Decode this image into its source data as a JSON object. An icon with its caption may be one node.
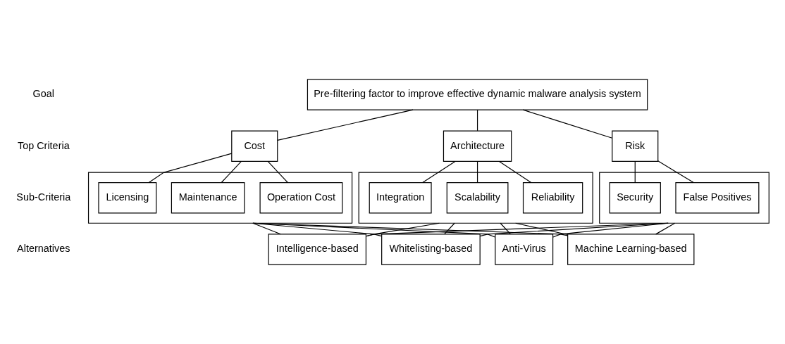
{
  "diagram": {
    "nodes": [
      {
        "text": [
          "Pre-filtering factor to improve effective dynamic malware analysis system"
        ]
      },
      {
        "text": [
          "Cost"
        ]
      },
      {
        "text": [
          "Architecture"
        ]
      },
      {
        "text": [
          "Risk"
        ]
      },
      {
        "text": [],
        "shape": "box"
      },
      {
        "text": [
          "Licensing"
        ],
        "in": 4
      },
      {
        "text": [
          "Maintenance"
        ],
        "in": 4
      },
      {
        "text": [
          "Operation Cost"
        ],
        "in": 4
      },
      {
        "text": [],
        "shape": "box"
      },
      {
        "text": [
          "Integration"
        ],
        "in": 8
      },
      {
        "text": [
          "Scalability"
        ],
        "in": 8
      },
      {
        "text": [
          "Reliability"
        ],
        "in": 8
      },
      {
        "text": [],
        "shape": "box"
      },
      {
        "text": [
          "Security"
        ],
        "in": 12
      },
      {
        "text": [
          "False Positives"
        ],
        "in": 12
      },
      {
        "text": [
          "Intelligence-based"
        ]
      },
      {
        "text": [
          "Whitelisting-based"
        ]
      },
      {
        "text": [
          "Anti-Virus"
        ]
      },
      {
        "text": [
          "Machine Learning-based"
        ]
      }
    ],
    "edges": [
      {
        "from": 0,
        "to": 1,
        "arrow": "none"
      },
      {
        "from": 0,
        "to": 2,
        "arrow": "none"
      },
      {
        "from": 0,
        "to": 3,
        "arrow": "none"
      },
      {
        "from": 1,
        "to": 5,
        "arrow": "none"
      },
      {
        "from": 1,
        "to": 6,
        "arrow": "none"
      },
      {
        "from": 1,
        "to": 7,
        "arrow": "none"
      },
      {
        "from": 2,
        "to": 9,
        "arrow": "none"
      },
      {
        "from": 2,
        "to": 10,
        "arrow": "none"
      },
      {
        "from": 2,
        "to": 11,
        "arrow": "none"
      },
      {
        "from": 3,
        "to": 13,
        "arrow": "none"
      },
      {
        "from": 3,
        "to": 14,
        "arrow": "none"
      },
      {
        "from": 4,
        "to": 15,
        "arrow": "none"
      },
      {
        "from": 4,
        "to": 16,
        "arrow": "none"
      },
      {
        "from": 4,
        "to": 17,
        "arrow": "none"
      },
      {
        "from": 4,
        "to": 18,
        "arrow": "none"
      },
      {
        "from": 8,
        "to": 15,
        "arrow": "none"
      },
      {
        "from": 8,
        "to": 16,
        "arrow": "none"
      },
      {
        "from": 8,
        "to": 17,
        "arrow": "none"
      },
      {
        "from": 8,
        "to": 18,
        "arrow": "none"
      },
      {
        "from": 12,
        "to": 15,
        "arrow": "none"
      },
      {
        "from": 12,
        "to": 16,
        "arrow": "none"
      },
      {
        "from": 12,
        "to": 17,
        "arrow": "none"
      },
      {
        "from": 12,
        "to": 18,
        "arrow": "none"
      }
    ],
    "labels": [
      "Goal",
      "Top Criteria",
      "Sub-Criteria",
      "Alternatives"
    ]
  }
}
